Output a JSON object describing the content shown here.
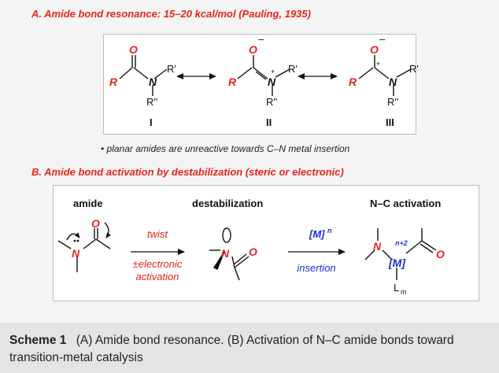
{
  "section_a": {
    "heading": "A. Amide bond resonance: 15–20 kcal/mol (Pauling, 1935)",
    "labels": {
      "O": "O",
      "N": "N",
      "R": "R",
      "R1": "R'",
      "R2": "R''",
      "minus": "–",
      "plus": "+"
    },
    "structure_labels": [
      "I",
      "II",
      "III"
    ],
    "note": "• planar amides are unreactive towards C–N metal insertion"
  },
  "section_b": {
    "heading": "B. Amide bond activation by destabilization (steric or electronic)",
    "stage_labels": {
      "amide": "amide",
      "destabilization": "destabilization",
      "activation": "N–C activation"
    },
    "arrow1": {
      "top": "twist",
      "bottom_line1": "±electronic",
      "bottom_line2": "activation"
    },
    "arrow2": {
      "top": "[M]",
      "top_sup": "n",
      "bottom": "insertion"
    },
    "product": {
      "metal": "[M]",
      "ox_state": "n+2",
      "ligand": "L",
      "ligand_sub": "m"
    }
  },
  "caption": {
    "label": "Scheme 1",
    "text": "(A) Amide bond resonance. (B) Activation of N–C amide bonds toward transition-metal catalysis"
  }
}
